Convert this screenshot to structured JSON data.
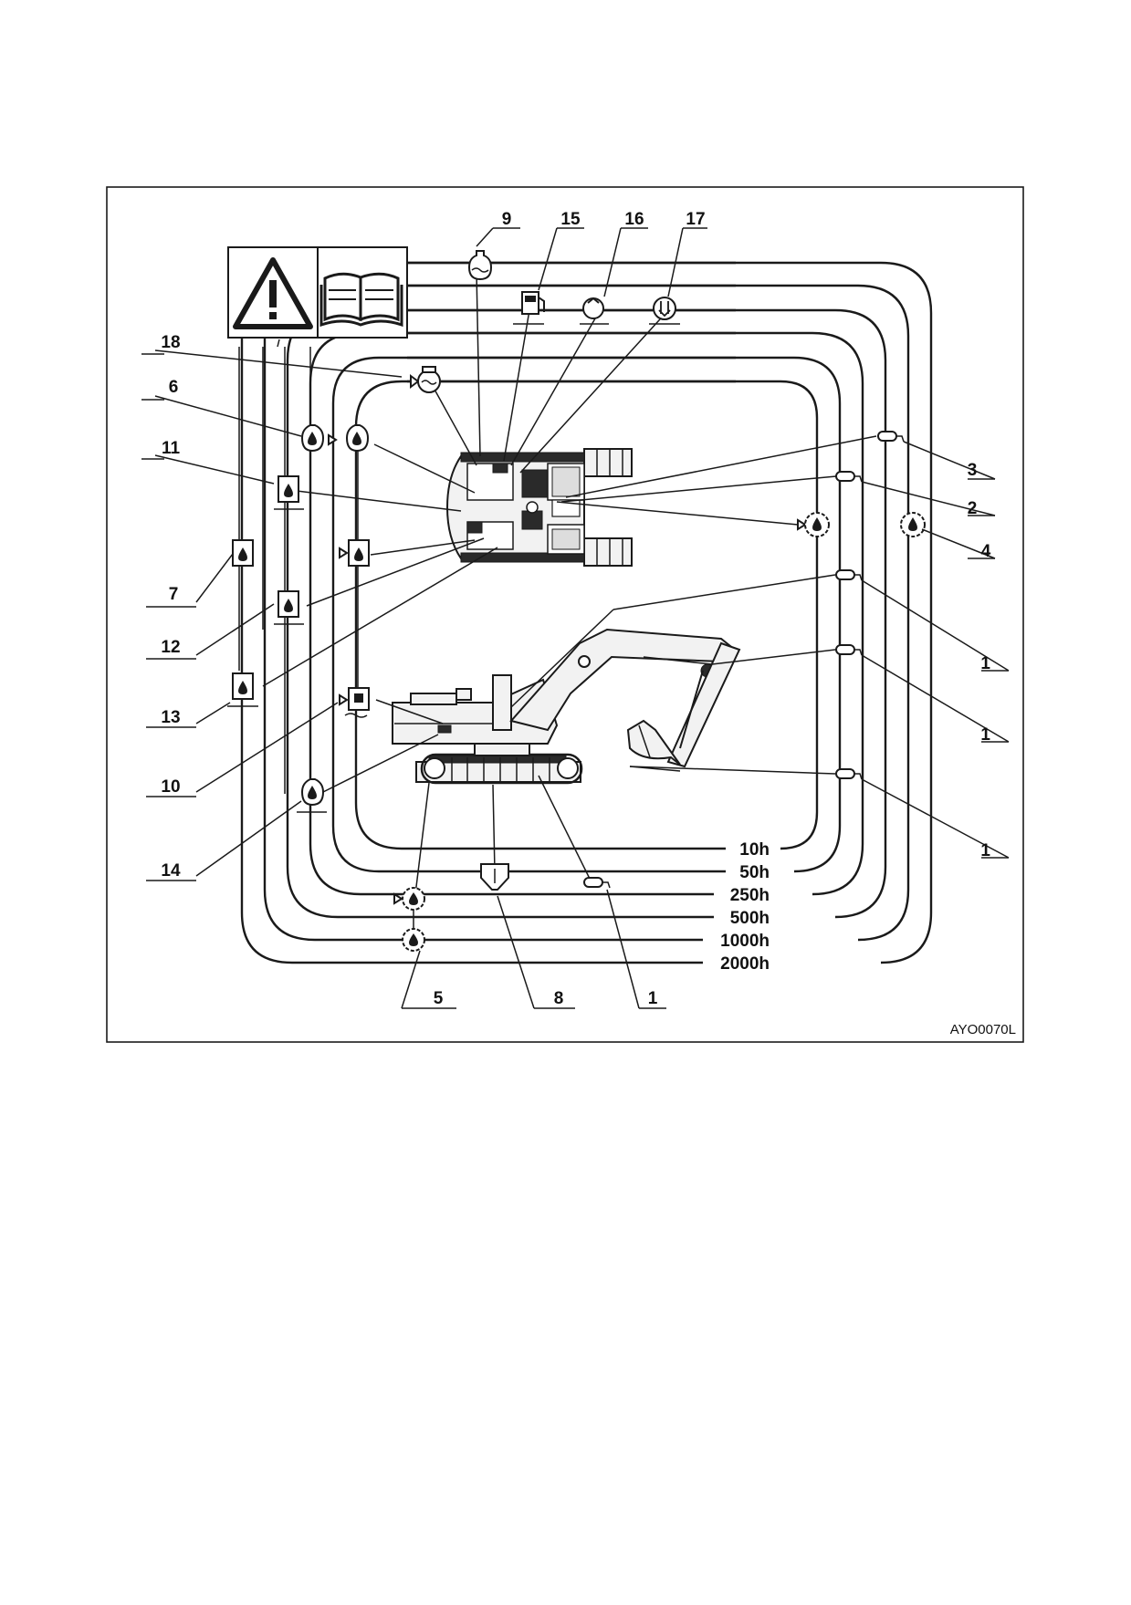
{
  "figure_code": "AYO0070L",
  "intervals": [
    "10h",
    "50h",
    "250h",
    "500h",
    "1000h",
    "2000h"
  ],
  "callouts": [
    "1",
    "1",
    "1",
    "1",
    "2",
    "3",
    "4",
    "5",
    "6",
    "7",
    "8",
    "9",
    "10",
    "11",
    "12",
    "13",
    "14",
    "15",
    "16",
    "17",
    "18"
  ],
  "header_icons": [
    "warning-triangle-icon",
    "operator-manual-book-icon"
  ],
  "symbol_icons": {
    "grease": "grease-nipple-icon",
    "oil_drop": "oil-drop-icon",
    "oil_container": "oil-container-icon",
    "gear_oil": "gear-oil-icon",
    "fuel": "fuel-pump-icon",
    "drain": "drain-funnel-icon",
    "water": "water-separator-icon",
    "coolant": "coolant-icon",
    "filter": "filter-icon",
    "air": "air-cleaner-icon"
  }
}
